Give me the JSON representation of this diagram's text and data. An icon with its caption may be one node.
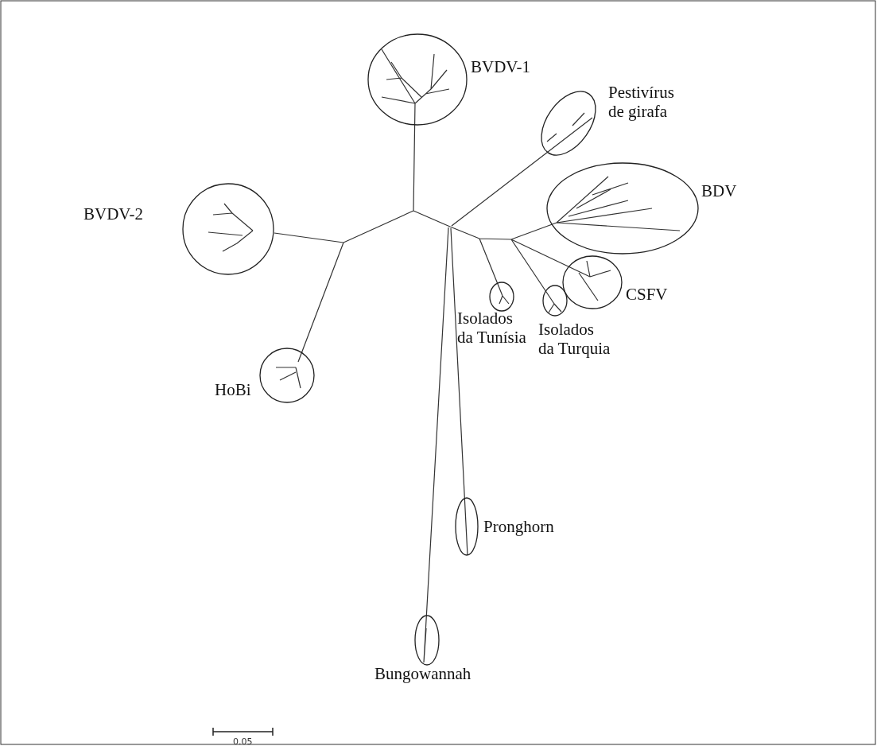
{
  "diagram": {
    "nodes": [
      {
        "text": [
          "BVDV-1"
        ]
      },
      {
        "text": [
          "Pestivírus de girafa"
        ]
      },
      {
        "text": [
          "BDV"
        ]
      },
      {
        "text": [
          "BVDV-2"
        ]
      },
      {
        "text": [
          "CSFV"
        ]
      },
      {
        "text": [
          "Isolados da Tunísia"
        ]
      },
      {
        "text": [
          "Isolados da Turquia"
        ]
      },
      {
        "text": [
          "HoBi"
        ]
      },
      {
        "text": [
          "Pronghorn"
        ]
      },
      {
        "text": [
          "Bungowannah"
        ]
      }
    ],
    "labels": [
      "0.05"
    ]
  }
}
